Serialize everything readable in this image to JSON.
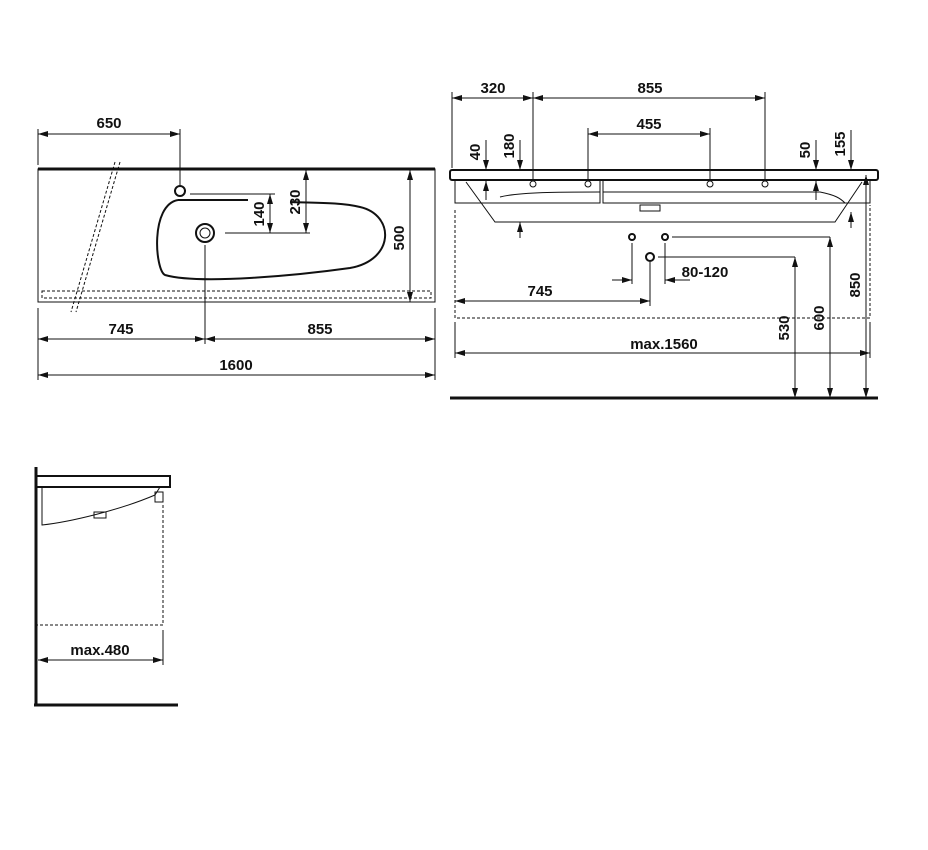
{
  "top_view": {
    "dim_tap_offset": "650",
    "dim_tap_to_drain": "140",
    "dim_drain_from_back": "230",
    "dim_depth": "500",
    "dim_left_to_drain": "745",
    "dim_drain_to_right": "855",
    "dim_total_width": "1600"
  },
  "front_view": {
    "dim_left_to_hole": "320",
    "dim_hole_spacing": "855",
    "dim_inner_hole_spacing": "455",
    "dim_slab_thickness": "40",
    "dim_basin_depth": "180",
    "dim_right_thickness": "50",
    "dim_right_depth": "155",
    "dim_left_to_waste": "745",
    "dim_supply_spacing": "80-120",
    "dim_max_width": "max.1560",
    "dim_waste_height": "530",
    "dim_supply_height": "600",
    "dim_top_height": "850"
  },
  "side_view": {
    "dim_max_depth": "max.480"
  }
}
